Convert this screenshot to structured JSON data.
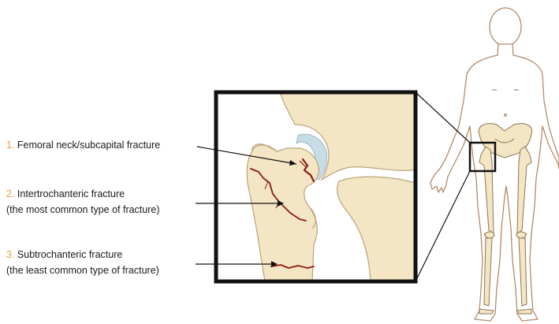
{
  "labels": [
    {
      "number": "1.",
      "text": " Femoral neck/subcapital fracture",
      "note": ""
    },
    {
      "number": "2.",
      "text": " Intertrochanteric fracture",
      "note": "(the most common type of fracture)"
    },
    {
      "number": "3.",
      "text": " Subtrochanteric fracture",
      "note": "(the least common type of fracture)"
    }
  ],
  "colors": {
    "accent_number": "#e8a23a",
    "bone_fill": "#f4e6c4",
    "bone_stroke": "#b9a278",
    "cartilage": "#c7dde6",
    "fracture": "#8b1a12",
    "box": "#111111",
    "body_outline": "#b38a6a"
  }
}
